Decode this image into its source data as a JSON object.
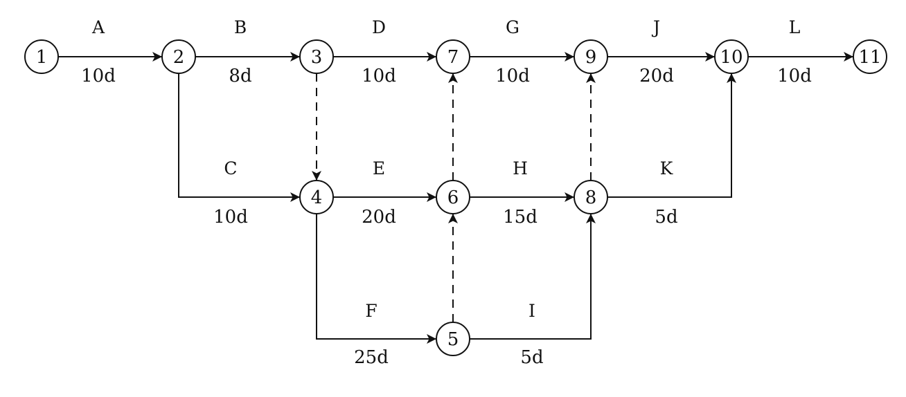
{
  "diagram": {
    "nodes": [
      {
        "id": "n1",
        "label": "1"
      },
      {
        "id": "n2",
        "label": "2"
      },
      {
        "id": "n3",
        "label": "3"
      },
      {
        "id": "n4",
        "label": "4"
      },
      {
        "id": "n5",
        "label": "5"
      },
      {
        "id": "n6",
        "label": "6"
      },
      {
        "id": "n7",
        "label": "7"
      },
      {
        "id": "n8",
        "label": "8"
      },
      {
        "id": "n9",
        "label": "9"
      },
      {
        "id": "n10",
        "label": "10"
      },
      {
        "id": "n11",
        "label": "11"
      }
    ],
    "activities": [
      {
        "id": "A",
        "from": "1",
        "to": "2",
        "name": "A",
        "duration": "10d"
      },
      {
        "id": "B",
        "from": "2",
        "to": "3",
        "name": "B",
        "duration": "8d"
      },
      {
        "id": "D",
        "from": "3",
        "to": "7",
        "name": "D",
        "duration": "10d"
      },
      {
        "id": "G",
        "from": "7",
        "to": "9",
        "name": "G",
        "duration": "10d"
      },
      {
        "id": "J",
        "from": "9",
        "to": "10",
        "name": "J",
        "duration": "20d"
      },
      {
        "id": "L",
        "from": "10",
        "to": "11",
        "name": "L",
        "duration": "10d"
      },
      {
        "id": "C",
        "from": "2",
        "to": "4",
        "name": "C",
        "duration": "10d"
      },
      {
        "id": "E",
        "from": "4",
        "to": "6",
        "name": "E",
        "duration": "20d"
      },
      {
        "id": "H",
        "from": "6",
        "to": "8",
        "name": "H",
        "duration": "15d"
      },
      {
        "id": "K",
        "from": "8",
        "to": "10",
        "name": "K",
        "duration": "5d"
      },
      {
        "id": "F",
        "from": "4",
        "to": "5",
        "name": "F",
        "duration": "25d"
      },
      {
        "id": "I",
        "from": "5",
        "to": "8",
        "name": "I",
        "duration": "5d"
      }
    ],
    "dummies": [
      {
        "id": "d3-4",
        "from": "3",
        "to": "4"
      },
      {
        "id": "d6-7",
        "from": "6",
        "to": "7"
      },
      {
        "id": "d5-6",
        "from": "5",
        "to": "6"
      },
      {
        "id": "d8-9",
        "from": "8",
        "to": "9"
      }
    ]
  }
}
